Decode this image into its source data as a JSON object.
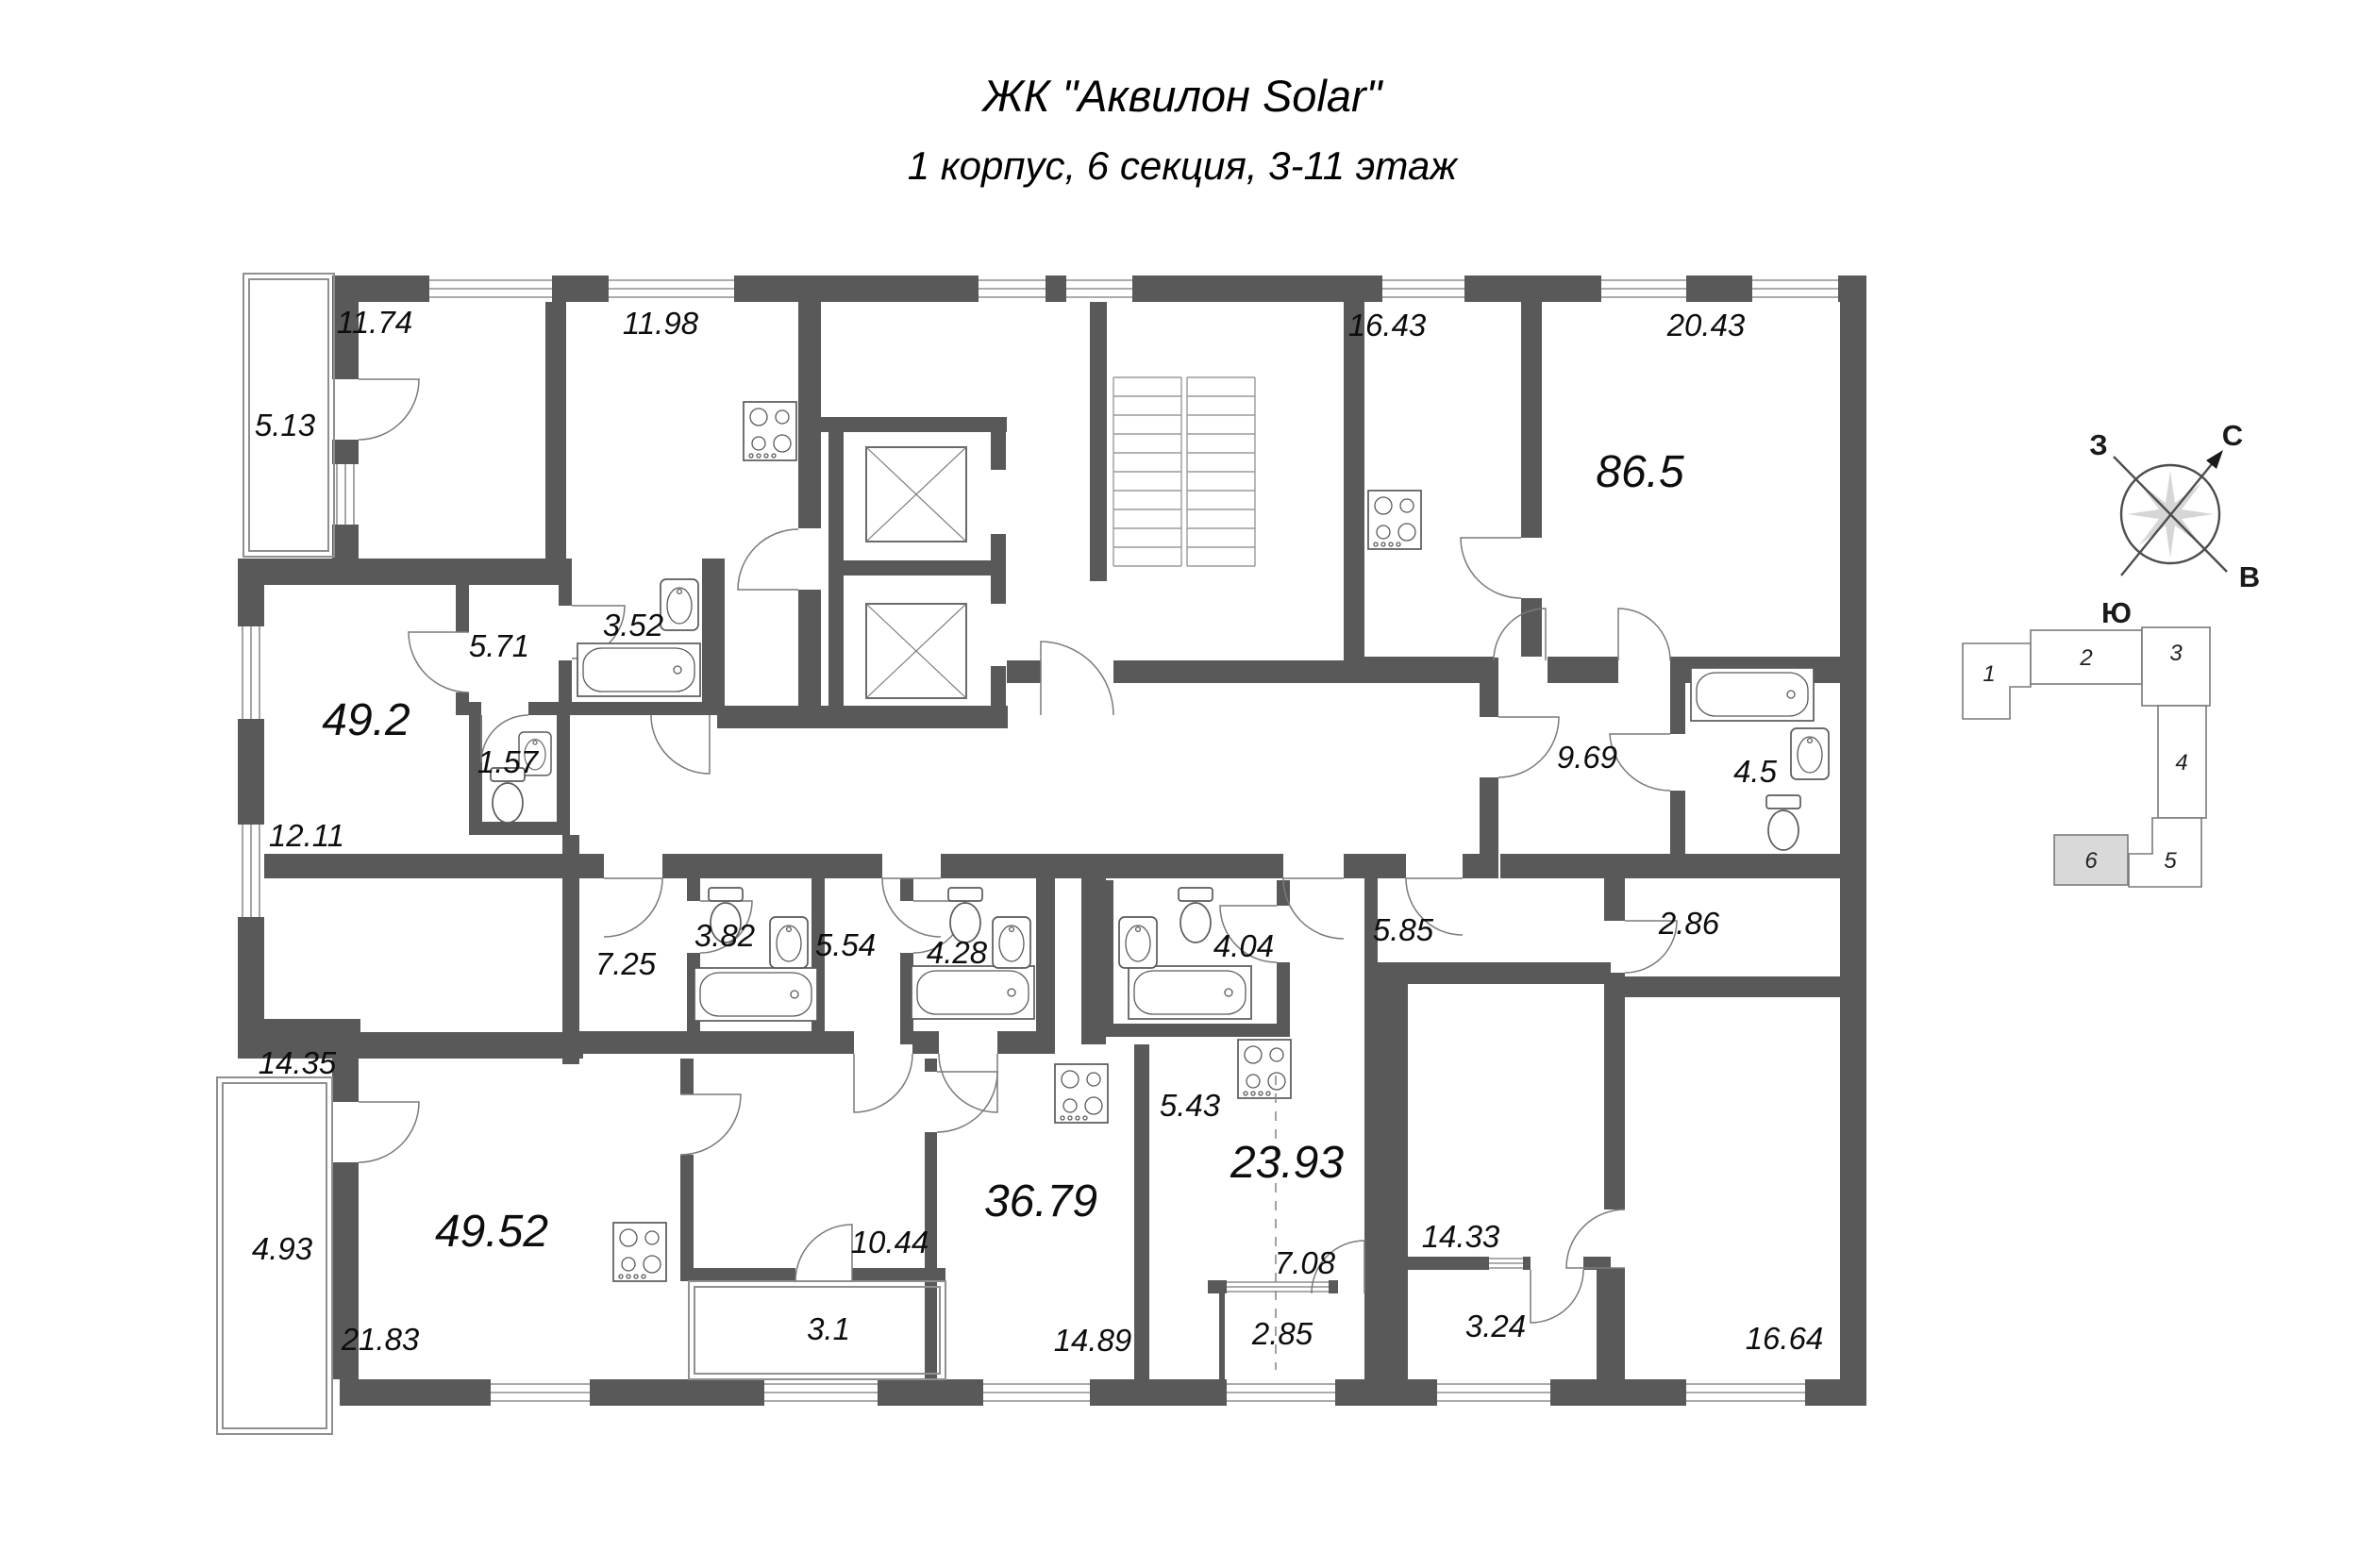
{
  "title": {
    "line1": "ЖК \"Аквилон Solar\"",
    "line2": "1 корпус, 6 секция, 3-11 этаж"
  },
  "compass": {
    "north": "С",
    "south": "Ю",
    "west": "З",
    "east": "В"
  },
  "key_plan": {
    "highlighted_section": "6",
    "sections": [
      {
        "label": "1",
        "highlighted": false
      },
      {
        "label": "2",
        "highlighted": false
      },
      {
        "label": "3",
        "highlighted": false
      },
      {
        "label": "4",
        "highlighted": false
      },
      {
        "label": "5",
        "highlighted": false
      },
      {
        "label": "6",
        "highlighted": true
      }
    ]
  },
  "plan": {
    "wall_color": "#595959",
    "highlight_color": "#d9d9d9",
    "icons": [
      "bathtub-icon",
      "sink-icon",
      "toilet-icon",
      "stove-icon",
      "elevator-shaft-icon",
      "stairs-icon",
      "door-arc-icon",
      "compass-icon"
    ],
    "labels": [
      {
        "value": "11.74",
        "kind": "room"
      },
      {
        "value": "11.98",
        "kind": "room"
      },
      {
        "value": "5.13",
        "kind": "balcony"
      },
      {
        "value": "16.43",
        "kind": "room"
      },
      {
        "value": "20.43",
        "kind": "room"
      },
      {
        "value": "86.5",
        "kind": "apartment-total"
      },
      {
        "value": "3.52",
        "kind": "bathroom"
      },
      {
        "value": "5.71",
        "kind": "hall"
      },
      {
        "value": "49.2",
        "kind": "apartment-total"
      },
      {
        "value": "1.57",
        "kind": "wc"
      },
      {
        "value": "9.69",
        "kind": "hall"
      },
      {
        "value": "4.5",
        "kind": "bathroom"
      },
      {
        "value": "12.11",
        "kind": "room"
      },
      {
        "value": "7.25",
        "kind": "hall"
      },
      {
        "value": "3.82",
        "kind": "bathroom"
      },
      {
        "value": "5.54",
        "kind": "hall"
      },
      {
        "value": "4.28",
        "kind": "bathroom"
      },
      {
        "value": "4.04",
        "kind": "bathroom"
      },
      {
        "value": "5.85",
        "kind": "hall"
      },
      {
        "value": "2.86",
        "kind": "storage"
      },
      {
        "value": "14.35",
        "kind": "room"
      },
      {
        "value": "5.43",
        "kind": "kitchen-zone"
      },
      {
        "value": "23.93",
        "kind": "apartment-total"
      },
      {
        "value": "36.79",
        "kind": "apartment-total"
      },
      {
        "value": "49.52",
        "kind": "apartment-total"
      },
      {
        "value": "4.93",
        "kind": "balcony"
      },
      {
        "value": "10.44",
        "kind": "hall"
      },
      {
        "value": "7.08",
        "kind": "room"
      },
      {
        "value": "14.33",
        "kind": "room"
      },
      {
        "value": "2.85",
        "kind": "balcony"
      },
      {
        "value": "3.24",
        "kind": "balcony"
      },
      {
        "value": "21.83",
        "kind": "room"
      },
      {
        "value": "14.89",
        "kind": "room"
      },
      {
        "value": "16.64",
        "kind": "room"
      },
      {
        "value": "3.1",
        "kind": "balcony"
      }
    ]
  }
}
